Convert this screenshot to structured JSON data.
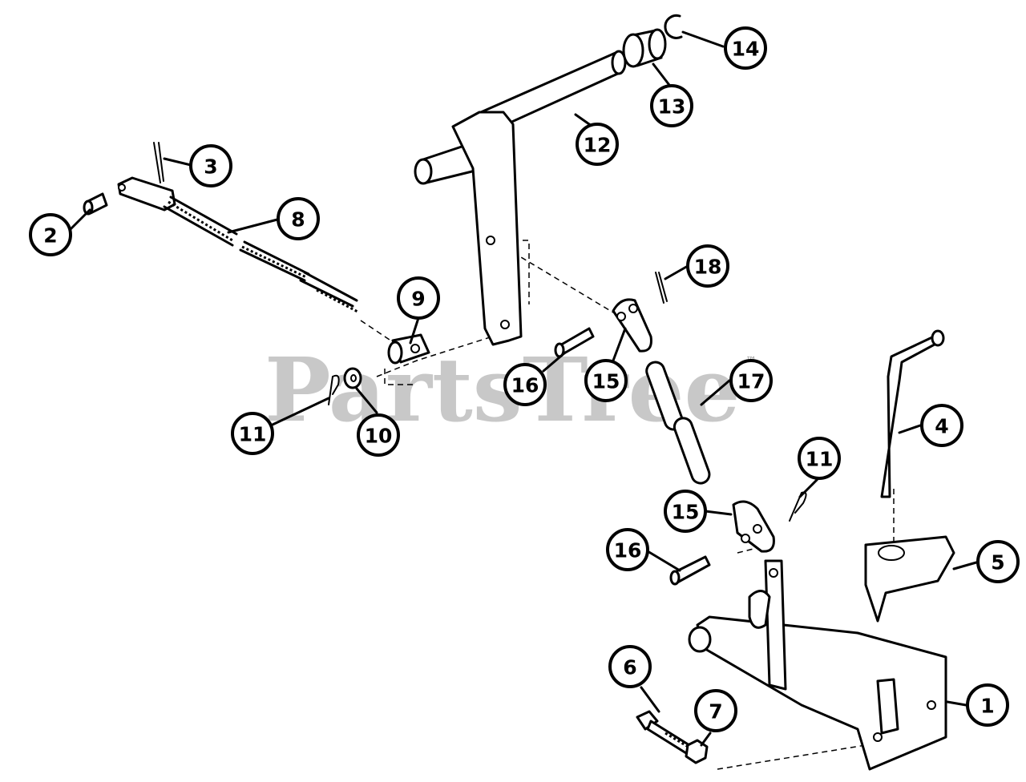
{
  "watermark": {
    "text": "PartsTree",
    "trademark": "™"
  },
  "callouts": {
    "c1": "1",
    "c2": "2",
    "c3": "3",
    "c4": "4",
    "c5": "5",
    "c6": "6",
    "c7": "7",
    "c8": "8",
    "c9": "9",
    "c10": "10",
    "c11a": "11",
    "c11b": "11",
    "c12": "12",
    "c13": "13",
    "c14": "14",
    "c15a": "15",
    "c15b": "15",
    "c16a": "16",
    "c16b": "16",
    "c17": "17",
    "c18": "18"
  }
}
